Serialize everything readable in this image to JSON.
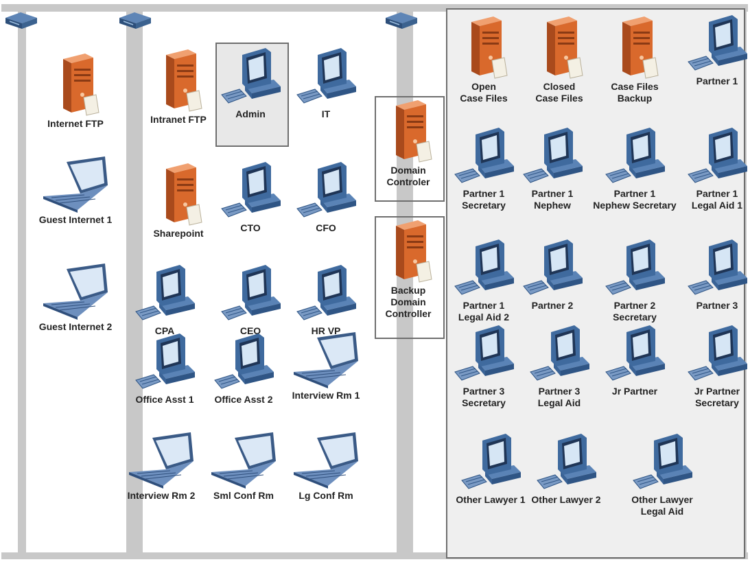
{
  "zones": [
    {
      "id": "internet",
      "nodes": [
        {
          "icon": "server-icon",
          "label": "Internet FTP"
        },
        {
          "icon": "laptop-icon",
          "label": "Guest Internet 1"
        },
        {
          "icon": "laptop-icon",
          "label": "Guest Internet 2"
        }
      ]
    },
    {
      "id": "office",
      "nodes": [
        {
          "icon": "server-icon",
          "label": "Intranet FTP"
        },
        {
          "icon": "workstation-icon",
          "label": "Admin",
          "highlight": true
        },
        {
          "icon": "workstation-icon",
          "label": "IT"
        },
        {
          "icon": "server-icon",
          "label": "Sharepoint"
        },
        {
          "icon": "workstation-icon",
          "label": "CTO"
        },
        {
          "icon": "workstation-icon",
          "label": "CFO"
        },
        {
          "icon": "workstation-icon",
          "label": "CPA"
        },
        {
          "icon": "workstation-icon",
          "label": "CEO"
        },
        {
          "icon": "workstation-icon",
          "label": "HR VP"
        },
        {
          "icon": "workstation-icon",
          "label": "Office Asst 1"
        },
        {
          "icon": "workstation-icon",
          "label": "Office Asst 2"
        },
        {
          "icon": "laptop-icon",
          "label": "Interview Rm 1"
        },
        {
          "icon": "laptop-icon",
          "label": "Interview Rm 2"
        },
        {
          "icon": "laptop-icon",
          "label": "Sml Conf Rm"
        },
        {
          "icon": "laptop-icon",
          "label": "Lg Conf Rm"
        }
      ]
    },
    {
      "id": "controllers",
      "nodes": [
        {
          "icon": "server-icon",
          "label": "Domain\nControler"
        },
        {
          "icon": "server-icon",
          "label": "Backup\nDomain\nController"
        }
      ]
    },
    {
      "id": "legal",
      "nodes": [
        {
          "icon": "server-icon",
          "label": "Open\nCase Files"
        },
        {
          "icon": "server-icon",
          "label": "Closed\nCase Files"
        },
        {
          "icon": "server-icon",
          "label": "Case Files\nBackup"
        },
        {
          "icon": "workstation-icon",
          "label": "Partner 1"
        },
        {
          "icon": "workstation-icon",
          "label": "Partner 1\nSecretary"
        },
        {
          "icon": "workstation-icon",
          "label": "Partner 1\nNephew"
        },
        {
          "icon": "workstation-icon",
          "label": "Partner 1\nNephew Secretary"
        },
        {
          "icon": "workstation-icon",
          "label": "Partner 1\nLegal Aid 1"
        },
        {
          "icon": "workstation-icon",
          "label": "Partner 1\nLegal Aid 2"
        },
        {
          "icon": "workstation-icon",
          "label": "Partner 2"
        },
        {
          "icon": "workstation-icon",
          "label": "Partner 2\nSecretary"
        },
        {
          "icon": "workstation-icon",
          "label": "Partner 3"
        },
        {
          "icon": "workstation-icon",
          "label": "Partner 3\nSecretary"
        },
        {
          "icon": "workstation-icon",
          "label": "Partner 3\nLegal Aid"
        },
        {
          "icon": "workstation-icon",
          "label": "Jr Partner"
        },
        {
          "icon": "workstation-icon",
          "label": "Jr Partner\nSecretary"
        },
        {
          "icon": "workstation-icon",
          "label": "Other Lawyer 1"
        },
        {
          "icon": "workstation-icon",
          "label": "Other Lawyer 2"
        },
        {
          "icon": "workstation-icon",
          "label": "Other Lawyer\nLegal Aid"
        }
      ]
    }
  ],
  "switches": [
    {
      "icon": "switch-icon"
    },
    {
      "icon": "switch-icon"
    },
    {
      "icon": "switch-icon"
    }
  ],
  "colors": {
    "server": "#d9692c",
    "monitor": "#3f6a9e",
    "zone_background": "#efefef",
    "backbone": "#c8c8c8"
  }
}
